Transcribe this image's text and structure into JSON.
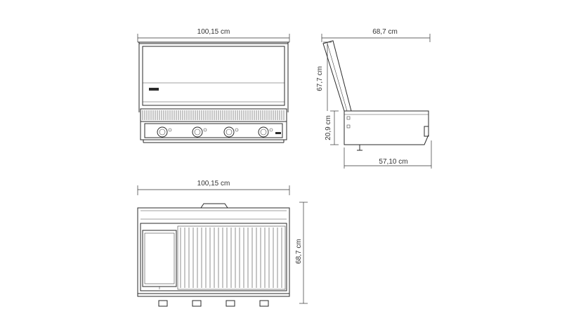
{
  "dimensions": {
    "front_width": "100,15 cm",
    "side_depth_total": "68,7 cm",
    "side_height_total": "67,7 cm",
    "side_body_height": "20,9 cm",
    "side_body_depth": "57,10 cm",
    "top_width": "100,15 cm",
    "top_depth": "68,7 cm"
  },
  "colors": {
    "line": "#2a2a2a",
    "text": "#333333",
    "background": "#ffffff"
  }
}
